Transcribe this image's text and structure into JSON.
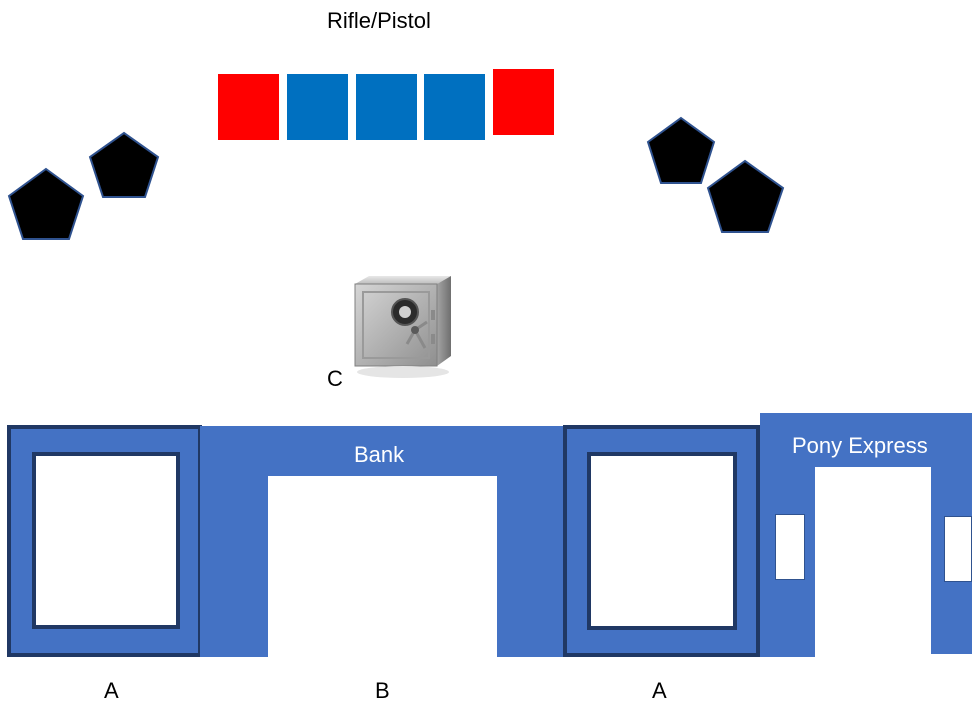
{
  "labels": {
    "top": "Rifle/Pistol",
    "c": "C",
    "a_left": "A",
    "b": "B",
    "a_right": "A",
    "bank": "Bank",
    "pony": "Pony Express"
  },
  "targets": {
    "colors": [
      "red",
      "blue",
      "blue",
      "blue",
      "red"
    ],
    "red": "#ff0000",
    "blue": "#0070c0"
  },
  "colors": {
    "pentagon_fill": "#000000",
    "pentagon_stroke": "#2f528f",
    "building": "#4472c4",
    "frame_border": "#203864"
  }
}
